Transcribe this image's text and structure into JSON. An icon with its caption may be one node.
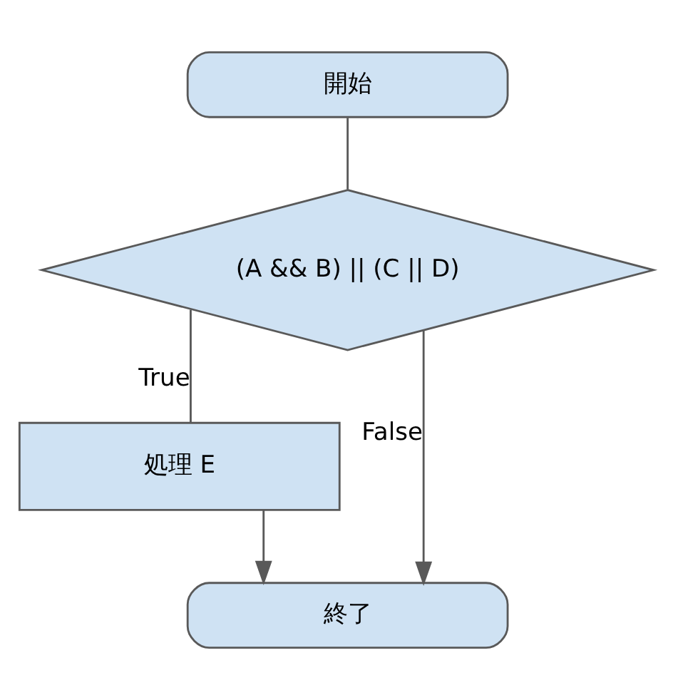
{
  "diagram": {
    "nodes": [
      {
        "text": [
          "開始"
        ]
      },
      {
        "text": [
          "(A && B) || (C || D)"
        ]
      },
      {
        "text": [
          "処理 E"
        ]
      },
      {
        "text": [
          "終了"
        ]
      }
    ],
    "edges": [
      {
        "from": 0,
        "to": 1,
        "arrow": "none"
      },
      {
        "from": 1,
        "to": 2,
        "arrow": "none",
        "label": "True"
      },
      {
        "from": 2,
        "to": 3,
        "arrow": "to"
      },
      {
        "from": 1,
        "to": 3,
        "arrow": "to",
        "label": "False"
      }
    ]
  }
}
